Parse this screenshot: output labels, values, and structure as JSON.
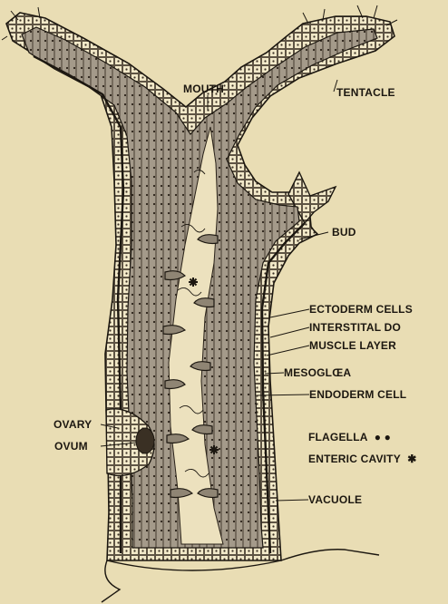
{
  "labels": {
    "mouth": "MOUTH",
    "tentacle": "TENTACLE",
    "bud": "BUD",
    "ectoderm_cells": "ECTODERM CELLS",
    "interstitial": "INTERSTITAL DO",
    "muscle_layer": "MUSCLE LAYER",
    "mesoglea": "MESOGLŒA",
    "endoderm_cell": "ENDODERM CELL",
    "ovary": "OVARY",
    "ovum": "OVUM",
    "flagella": "FLAGELLA",
    "enteric_cavity": "ENTERIC CAVITY",
    "vacuole": "VACUOLE"
  },
  "colors": {
    "paper": "#e9ddb4",
    "ink": "#1c1710",
    "ectoderm": "#f1e8c8",
    "endoderm": "#a49a8a",
    "cavity": "#ece1be"
  }
}
